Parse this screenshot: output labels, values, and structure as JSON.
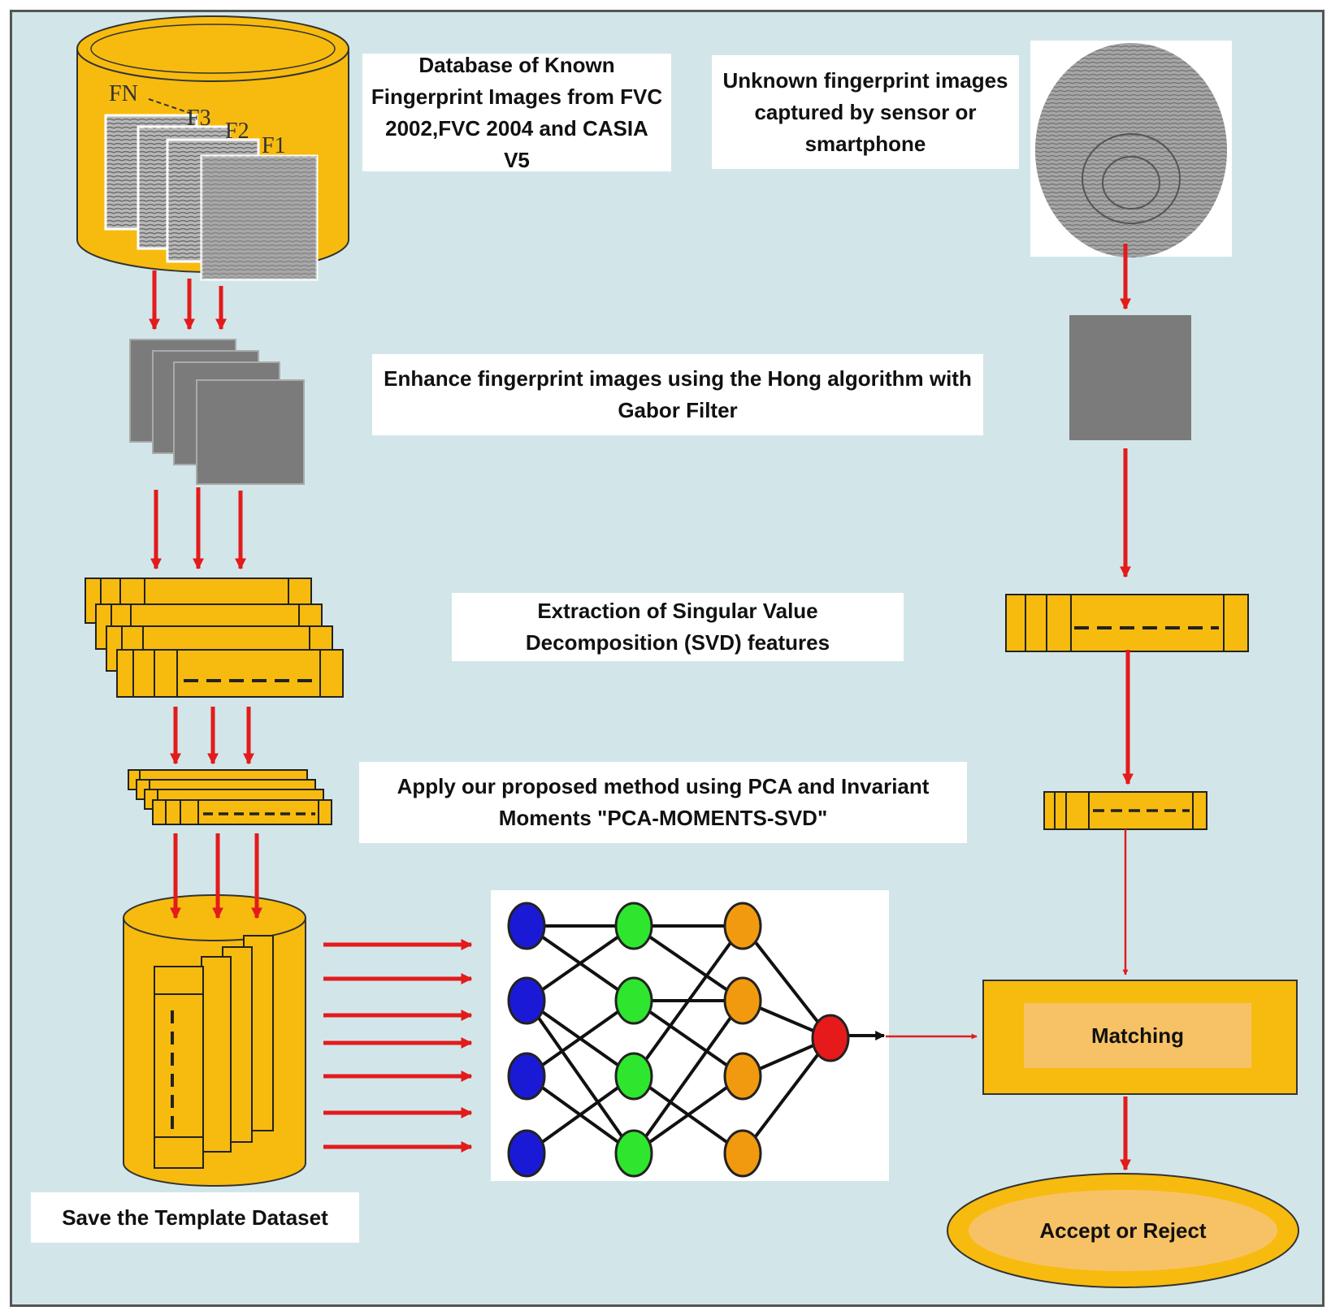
{
  "labels": {
    "database": "Database of Known Fingerprint Images from FVC 2002,FVC 2004 and CASIA V5",
    "unknown": "Unknown fingerprint images captured by sensor or smartphone",
    "enhance": "Enhance fingerprint images using the Hong algorithm with Gabor Filter",
    "extraction": "Extraction of Singular Value Decomposition (SVD) features",
    "method": "Apply our proposed method using PCA and Invariant Moments \"PCA-MOMENTS-SVD\"",
    "save": "Save the Template Dataset",
    "matching": "Matching",
    "decision": "Accept or Reject"
  },
  "fingerprint_stack_labels": [
    "FN",
    "F3",
    "F2",
    "F1"
  ],
  "colors": {
    "background": "#d2e6ea",
    "container": "#f7bb0f",
    "arrow": "#e31b1b",
    "input_node": "#1a1ad6",
    "hidden1_node": "#2ee62e",
    "hidden2_node": "#f29a0f",
    "output_node": "#e61a1a"
  }
}
